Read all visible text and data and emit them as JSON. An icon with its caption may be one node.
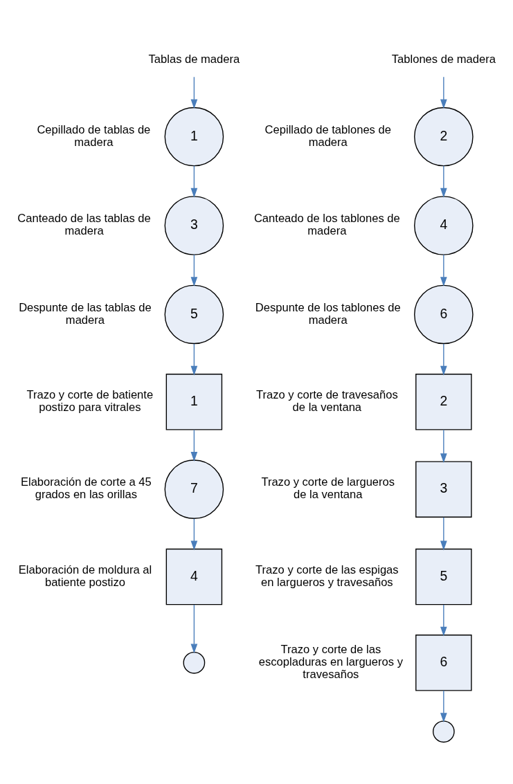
{
  "diagram": {
    "nodes": [
      {
        "text": [
          "Tablas de madera"
        ]
      },
      {
        "text": [
          "1"
        ],
        "beside": [
          "Cepillado de tablas de madera"
        ]
      },
      {
        "text": [
          "3"
        ],
        "beside": [
          "Canteado de las tablas de madera"
        ]
      },
      {
        "text": [
          "5"
        ],
        "beside": [
          "Despunte de las tablas de madera"
        ]
      },
      {
        "text": [
          "1"
        ],
        "beside": [
          "Trazo y corte de batiente postizo para vitrales"
        ]
      },
      {
        "text": [
          "7"
        ],
        "beside": [
          "Elaboración de corte a 45 grados en las orillas"
        ]
      },
      {
        "text": [
          "4"
        ],
        "beside": [
          "Elaboración de moldura al batiente postizo"
        ]
      },
      {
        "text": [],
        "shape": "circle"
      },
      {
        "text": [
          "Tablones de madera"
        ]
      },
      {
        "text": [
          "2"
        ],
        "beside": [
          "Cepillado de tablones de madera"
        ]
      },
      {
        "text": [
          "4"
        ],
        "beside": [
          "Canteado de los tablones de madera"
        ]
      },
      {
        "text": [
          "6"
        ],
        "beside": [
          "Despunte de los tablones de madera"
        ]
      },
      {
        "text": [
          "2"
        ],
        "beside": [
          "Trazo y corte de travesaños de la ventana"
        ]
      },
      {
        "text": [
          "3"
        ],
        "beside": [
          "Trazo y corte de largueros de la ventana"
        ]
      },
      {
        "text": [
          "5"
        ],
        "beside": [
          "Trazo y corte de las espigas en largueros y travesaños"
        ]
      },
      {
        "text": [
          "6"
        ],
        "beside": [
          "Trazo y corte de las escopladuras en largueros y travesaños"
        ]
      },
      {
        "text": [],
        "shape": "circle"
      }
    ],
    "edges": [
      {
        "from": 0,
        "to": 1,
        "arrow": "to"
      },
      {
        "from": 1,
        "to": 2,
        "arrow": "to"
      },
      {
        "from": 2,
        "to": 3,
        "arrow": "to"
      },
      {
        "from": 3,
        "to": 4,
        "arrow": "to"
      },
      {
        "from": 4,
        "to": 5,
        "arrow": "to"
      },
      {
        "from": 5,
        "to": 6,
        "arrow": "to"
      },
      {
        "from": 6,
        "to": 7,
        "arrow": "to"
      },
      {
        "from": 8,
        "to": 9,
        "arrow": "to"
      },
      {
        "from": 9,
        "to": 10,
        "arrow": "to"
      },
      {
        "from": 10,
        "to": 11,
        "arrow": "to"
      },
      {
        "from": 11,
        "to": 12,
        "arrow": "to"
      },
      {
        "from": 12,
        "to": 13,
        "arrow": "to"
      },
      {
        "from": 13,
        "to": 14,
        "arrow": "to"
      },
      {
        "from": 14,
        "to": 15,
        "arrow": "to"
      },
      {
        "from": 15,
        "to": 16,
        "arrow": "to"
      }
    ]
  }
}
